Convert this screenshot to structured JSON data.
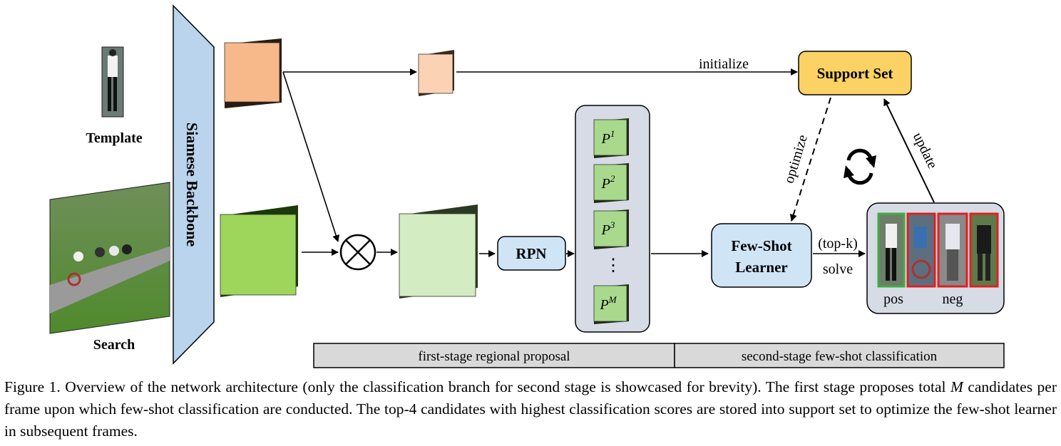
{
  "diagram": {
    "template_label": "Template",
    "search_label": "Search",
    "backbone_label": "Siamese Backbone",
    "initialize_label": "initialize",
    "support_set_label": "Support Set",
    "optimize_label": "optimize",
    "update_label": "update",
    "rpn_label": "RPN",
    "few_shot_learner_line1": "Few-Shot",
    "few_shot_learner_line2": "Learner",
    "topk_label": "(top-k)",
    "solve_label": "solve",
    "pos_label": "pos",
    "neg_label": "neg",
    "proposals": [
      {
        "base": "P",
        "sup": "1"
      },
      {
        "base": "P",
        "sup": "2"
      },
      {
        "base": "P",
        "sup": "3"
      },
      {
        "base": "P",
        "sup": "M"
      }
    ],
    "ellipsis": "⋮",
    "stage1_label": "first-stage regional proposal",
    "stage2_label": "second-stage few-shot classification",
    "colors": {
      "template_feature": "#f7b98a",
      "template_feature_small": "#fbd3b4",
      "search_feature": "#9dd65a",
      "correlation_feature": "#d3ecc1",
      "proposal_cell": "#a9d98c",
      "backbone": "#b9d4ec",
      "support_set": "#fcd265",
      "learner": "#cfe4f5",
      "rpn": "#cfe4f5",
      "panel": "#d6dbe5",
      "pos_border": "#3fae3f",
      "neg_border": "#e02020",
      "stage_bar": "#d9d9d9"
    }
  },
  "caption": {
    "part1": "Figure 1. Overview of the network architecture (only the classification branch for second stage is showcased for brevity). The first stage proposes total ",
    "math_M": "M",
    "part2": " candidates per frame upon which few-shot classification are conducted. The top-4 candidates with highest classification scores are stored into support set to optimize the few-shot learner in subsequent frames."
  }
}
